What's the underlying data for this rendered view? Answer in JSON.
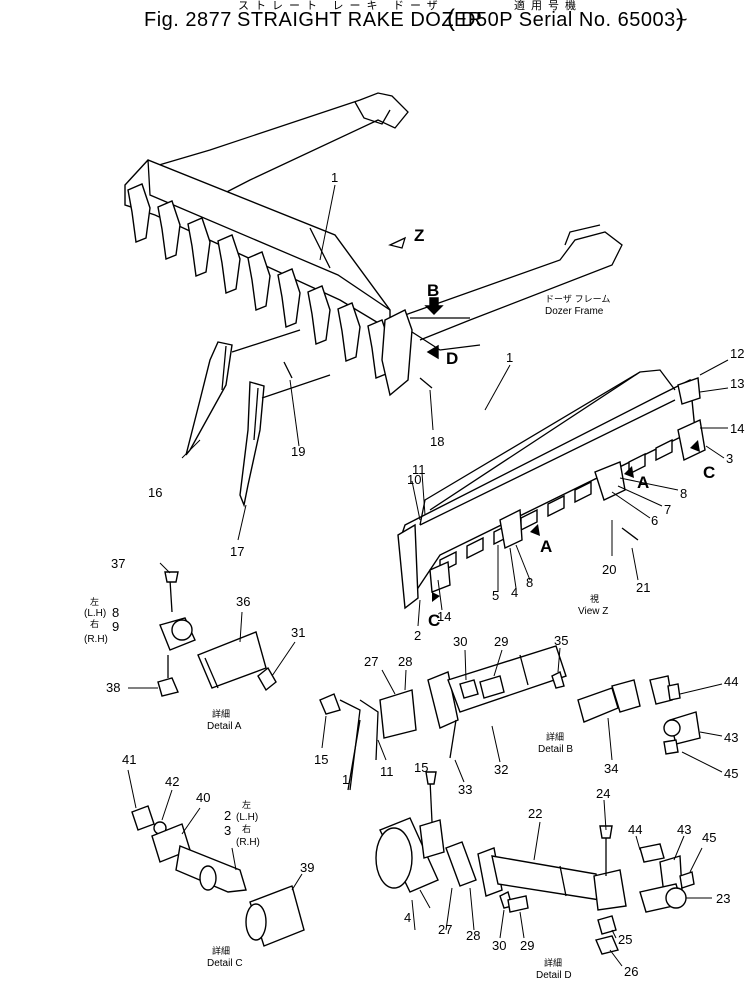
{
  "header": {
    "fig_label": "Fig. 2877",
    "title_en": "STRAIGHT RAKE DOZER",
    "serial_open": "(",
    "serial_text": "D50P Serial No. 65003~",
    "serial_close": ")",
    "title_jp": "ストレート レーキ ドーザ",
    "serial_jp": "適用号機"
  },
  "labels": {
    "z_arrow": "Z",
    "b_arrow": "B",
    "d_arrow": "D",
    "a_arrow_1": "A",
    "a_arrow_2": "A",
    "c_arrow_1": "C",
    "c_arrow_2": "C",
    "dozer_frame_jp": "ドーザ フレーム",
    "dozer_frame_en": "Dozer Frame",
    "view_z_jp": "視",
    "view_z_en": "View Z",
    "detail_a_jp": "詳細",
    "detail_a_en": "Detail A",
    "detail_b_jp": "詳細",
    "detail_b_en": "Detail B",
    "detail_c_jp": "詳細",
    "detail_c_en": "Detail C",
    "detail_d_jp": "詳細",
    "detail_d_en": "Detail D",
    "lh_jp_a": "左",
    "lh_en_a": "(L.H)",
    "rh_jp_a": "右",
    "rh_en_a": "(R.H)",
    "lh_jp_c": "左",
    "lh_en_c": "(L.H)",
    "rh_jp_c": "右",
    "rh_en_c": "(R.H)"
  },
  "callouts": {
    "top_1": "1",
    "top_16": "16",
    "top_17": "17",
    "top_18": "18",
    "top_19": "19",
    "vz_1": "1",
    "vz_2": "2",
    "vz_3": "3",
    "vz_4": "4",
    "vz_5": "5",
    "vz_6": "6",
    "vz_7": "7",
    "vz_8a": "8",
    "vz_8b": "8",
    "vz_10": "10",
    "vz_11": "11",
    "vz_12": "12",
    "vz_13": "13",
    "vz_14a": "14",
    "vz_14b": "14",
    "vz_20": "20",
    "vz_21": "21",
    "da_37": "37",
    "da_8": "8",
    "da_9": "9",
    "da_36": "36",
    "da_31": "31",
    "da_38": "38",
    "db_27": "27",
    "db_28": "28",
    "db_30": "30",
    "db_29": "29",
    "db_35": "35",
    "db_15": "15",
    "db_11": "11",
    "db_1": "1",
    "db_32": "32",
    "db_33": "33",
    "db_34": "34",
    "db_44": "44",
    "db_43": "43",
    "db_45": "45",
    "dc_41": "41",
    "dc_42": "42",
    "dc_40": "40",
    "dc_2": "2",
    "dc_3": "3",
    "dc_39": "39",
    "dd_15": "15",
    "dd_4": "4",
    "dd_27": "27",
    "dd_28": "28",
    "dd_22": "22",
    "dd_24": "24",
    "dd_30": "30",
    "dd_29": "29",
    "dd_44": "44",
    "dd_43": "43",
    "dd_45": "45",
    "dd_23": "23",
    "dd_25": "25",
    "dd_26": "26"
  }
}
